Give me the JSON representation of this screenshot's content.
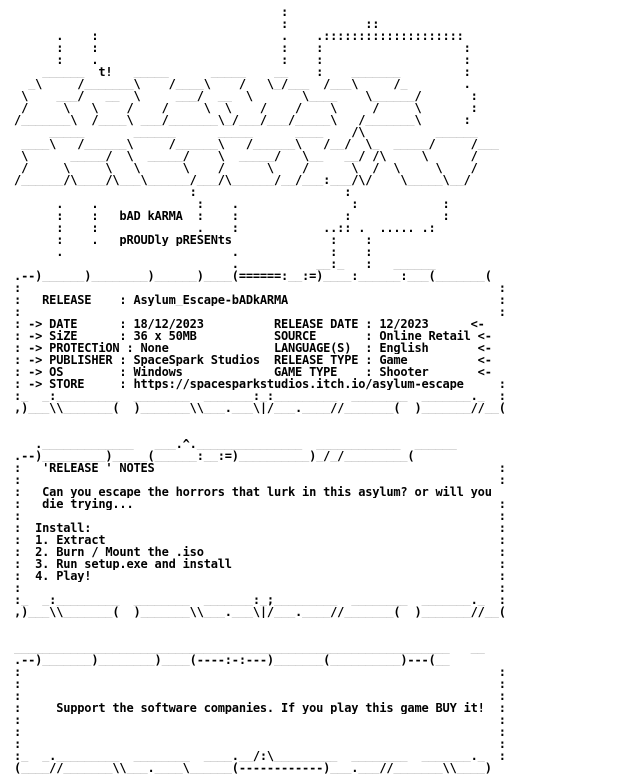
{
  "document": {
    "lines": [
      "                                        :",
      "                                        :           ::",
      "        .    :                          .    .::::::::::::::::::::",
      "        :    :                          :    :                    :",
      "        :    .                          :    :                    :",
      "      ______  t!   _____      _____    __    :    _______         :",
      "    _\\     /_______\\    /____\\    /   \\_/___  /___\\     /_        .",
      "   \\    ___/   __  \\     ___/  __  \\       \\____    \\______/       :",
      "   /     \\   \\    /    /     \\  \\    /    /    \\     /     \\       :",
      "  /_______\\  /____\\ ___/_______\\_/___/___/_____\\   /_______\\      :",
      "       _____       ______      _____      ____    /\\          ______",
      "   ____\\   /______\\     /______\\   /______\\   /__/  \\_  _____/     /___",
      "   \\      _____/  \\  _____/    \\  _____/   \\__   __/ /\\     \\      /",
      "   /     \\     \\   \\      \\    /      \\    /      \\  /  \\     \\    /",
      "  /______/\\____/\\___\\______/___/\\______/__/___:___/\\/    \\_____\\__/",
      "                           :                     :",
      "        .    .              :    .                :            :",
      "        :    :   bAD kARMA  :    :               :             :",
      "        :    :              .    :            ..:: .  ..... .:",
      "        :    .   pROUDly pRESENts              :    :",
      "        .                        .             :    :",
      "                                 .           __:_   :   ______",
      "  .--)______)________)______)____(======:__:=)____:______:___(_______(",
      "  :                                                                    :",
      "  :   RELEASE    : Asylum_Escape-bADkARMA                              :",
      "  :                                                                    :",
      "  : -> DATE      : 18/12/2023          RELEASE DATE : 12/2023      <- ",
      "  : -> SiZE      : 36 x 50MB           SOURCE       : Online Retail <- ",
      "  : -> PROTECTiON : None               LANGUAGE(S)  : English       <- ",
      "  : -> PUBLISHER : SpaceSpark Studios  RELEASE TYPE : Game          <- ",
      "  : -> OS        : Windows             GAME TYPE    : Shooter       <- ",
      "  : -> STORE     : https://spacesparkstudios.itch.io/asylum-escape     :",
      "  :_  _:_________  ________  _______:_:_________  ________  _______._  :",
      "  ,)___\\\\_______(  )_______\\\\___.___\\|/___.____//_______(  )_______//__(",
      "",
      "",
      "     ._____________   ___.^._______________  ____________  ______",
      "  .--)_________)_____(______:__:=)__________)_/_/_________(",
      "  :   'RELEASE ' NOTES                                                 :",
      "  :                                                                    :",
      "  :   Can you escape the horrors that lurk in this asylum? or will you",
      "  :   die trying...                                                    :",
      "  :                                                                    :",
      "  :  Install:                                                          :",
      "  :  1. Extract                                                        :",
      "  :  2. Burn / Mount the .iso                                          :",
      "  :  3. Run setup.exe and install                                      :",
      "  :  4. Play!                                                          :",
      "  :                                                                    :",
      "  :_  _:_________  ________  _______:_;_________  ________  _______._  :",
      "  ,)___\\\\_______(  )_______\\\\___.___\\|/___.____//_______(  )_______//__(",
      "",
      "",
      "  ______________________________________________________________   __",
      "  .--)_______)________)____(----:-:---)_______(__________)---(__",
      "  :                                                                    :",
      "  :                                                                    :",
      "  :                                                                    :",
      "  :     Support the software companies. If you play this game BUY it!  :",
      "  :                                                                    :",
      "  :                                                                    :",
      "  :                                                                    :",
      "  :_  _._________  ________  ____.__/:\\_________  ________  _______._  :",
      "  (____//_______\\\\___.____\\______(------------)___.___//_______\\\\____)"
    ]
  }
}
